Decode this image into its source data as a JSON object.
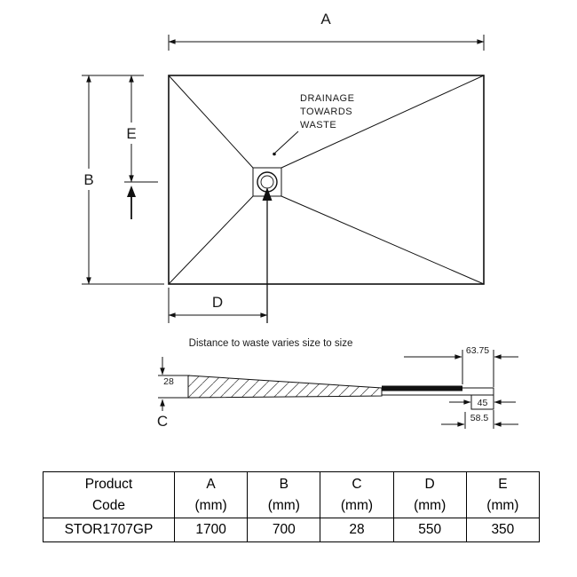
{
  "top_view": {
    "dim_a_label": "A",
    "dim_b_label": "B",
    "dim_d_label": "D",
    "dim_e_label": "E",
    "drainage_note": [
      "DRAINAGE",
      "TOWARDS",
      "WASTE"
    ]
  },
  "profile_view": {
    "note": "Distance to waste varies size to size",
    "dim_c_label": "C",
    "dim_thickness": "28",
    "dim_edge_to_waste": "63.75",
    "dim_waste_width": "45",
    "dim_waste_offset": "58.5"
  },
  "spec_table": {
    "columns": [
      {
        "title": "Product",
        "unit": "Code"
      },
      {
        "title": "A",
        "unit": "(mm)"
      },
      {
        "title": "B",
        "unit": "(mm)"
      },
      {
        "title": "C",
        "unit": "(mm)"
      },
      {
        "title": "D",
        "unit": "(mm)"
      },
      {
        "title": "E",
        "unit": "(mm)"
      }
    ],
    "rows": [
      [
        "STOR1707GP",
        "1700",
        "700",
        "28",
        "550",
        "350"
      ]
    ]
  }
}
